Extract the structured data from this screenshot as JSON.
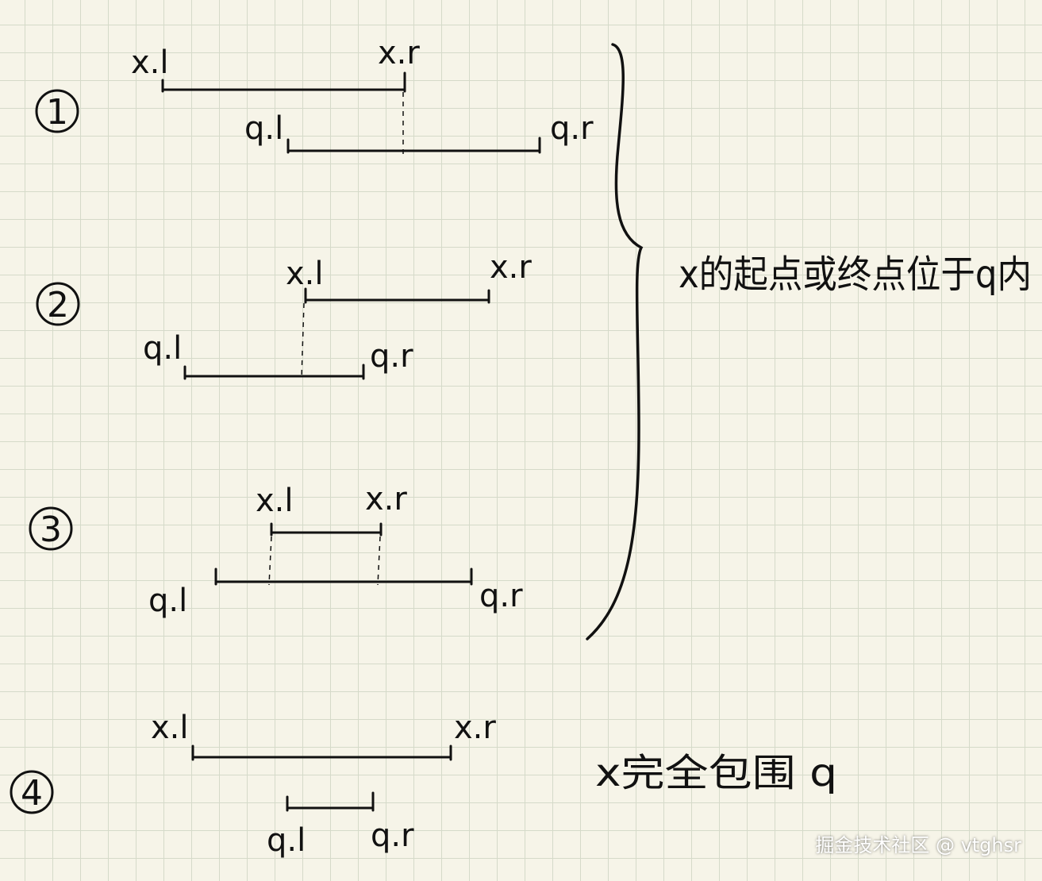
{
  "cases": [
    {
      "number": "1",
      "x_left": "x.l",
      "x_right": "x.r",
      "q_left": "q.l",
      "q_right": "q.r"
    },
    {
      "number": "2",
      "x_left": "x.l",
      "x_right": "x.r",
      "q_left": "q.l",
      "q_right": "q.r"
    },
    {
      "number": "3",
      "x_left": "x.l",
      "x_right": "x.r",
      "q_left": "q.l",
      "q_right": "q.r"
    },
    {
      "number": "4",
      "x_left": "x.l",
      "x_right": "x.r",
      "q_left": "q.l",
      "q_right": "q.r"
    }
  ],
  "notes": {
    "brace_note": "x的起点或终点位于q内",
    "contain_note": "x完全包围 q"
  },
  "watermark": "掘金技术社区 @ vtghsr"
}
